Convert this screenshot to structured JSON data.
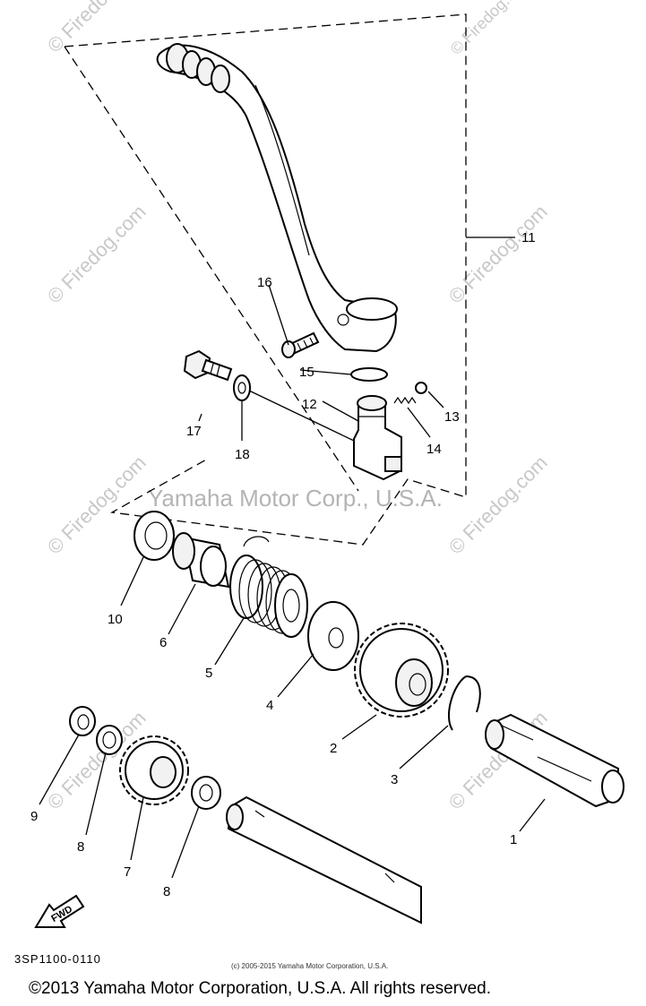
{
  "watermarks": {
    "firedog": "© Firedog.com",
    "firedog_partial": "© Firedo",
    "main": "Yamaha Motor Corp., U.S.A."
  },
  "callouts": {
    "p1": "1",
    "p2": "2",
    "p3": "3",
    "p4": "4",
    "p5": "5",
    "p6": "6",
    "p7": "7",
    "p8a": "8",
    "p8b": "8",
    "p9": "9",
    "p10": "10",
    "p11": "11",
    "p12": "12",
    "p13": "13",
    "p14": "14",
    "p15": "15",
    "p16": "16",
    "p17": "17",
    "p18": "18"
  },
  "fwd_label": "FWD",
  "diagram_code": "3SP1100-0110",
  "small_copyright": "(c) 2005-2015 Yamaha Motor Corporation, U.S.A.",
  "copyright": "©2013 Yamaha Motor Corporation, U.S.A. All rights reserved."
}
